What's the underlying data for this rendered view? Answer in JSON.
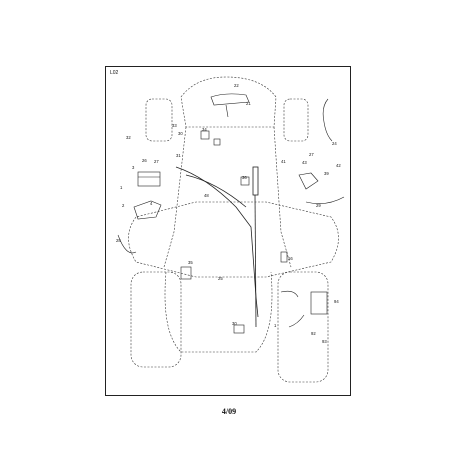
{
  "page": {
    "code": "L02",
    "date": "4/09"
  },
  "callouts": [
    "22",
    "21",
    "33",
    "30",
    "32",
    "34",
    "31",
    "27",
    "36",
    "48",
    "1",
    "2",
    "3",
    "26",
    "4",
    "28",
    "39",
    "41",
    "27",
    "43",
    "42",
    "25",
    "16",
    "35",
    "24",
    "29",
    "94",
    "92",
    "93",
    "30",
    "1"
  ]
}
